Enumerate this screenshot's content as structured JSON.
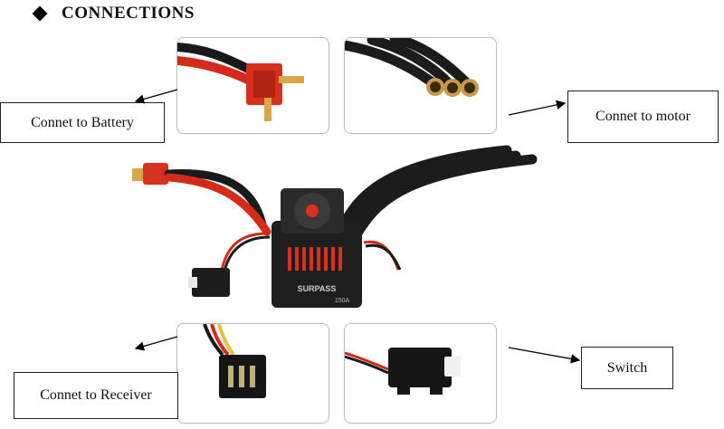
{
  "header": {
    "title": "CONNECTIONS"
  },
  "labels": {
    "battery": "Connet to Battery",
    "motor": "Connet to motor",
    "receiver": "Connet to Receiver",
    "switch": "Switch"
  },
  "esc": {
    "brand": "SURPASS",
    "rating": "150A"
  }
}
